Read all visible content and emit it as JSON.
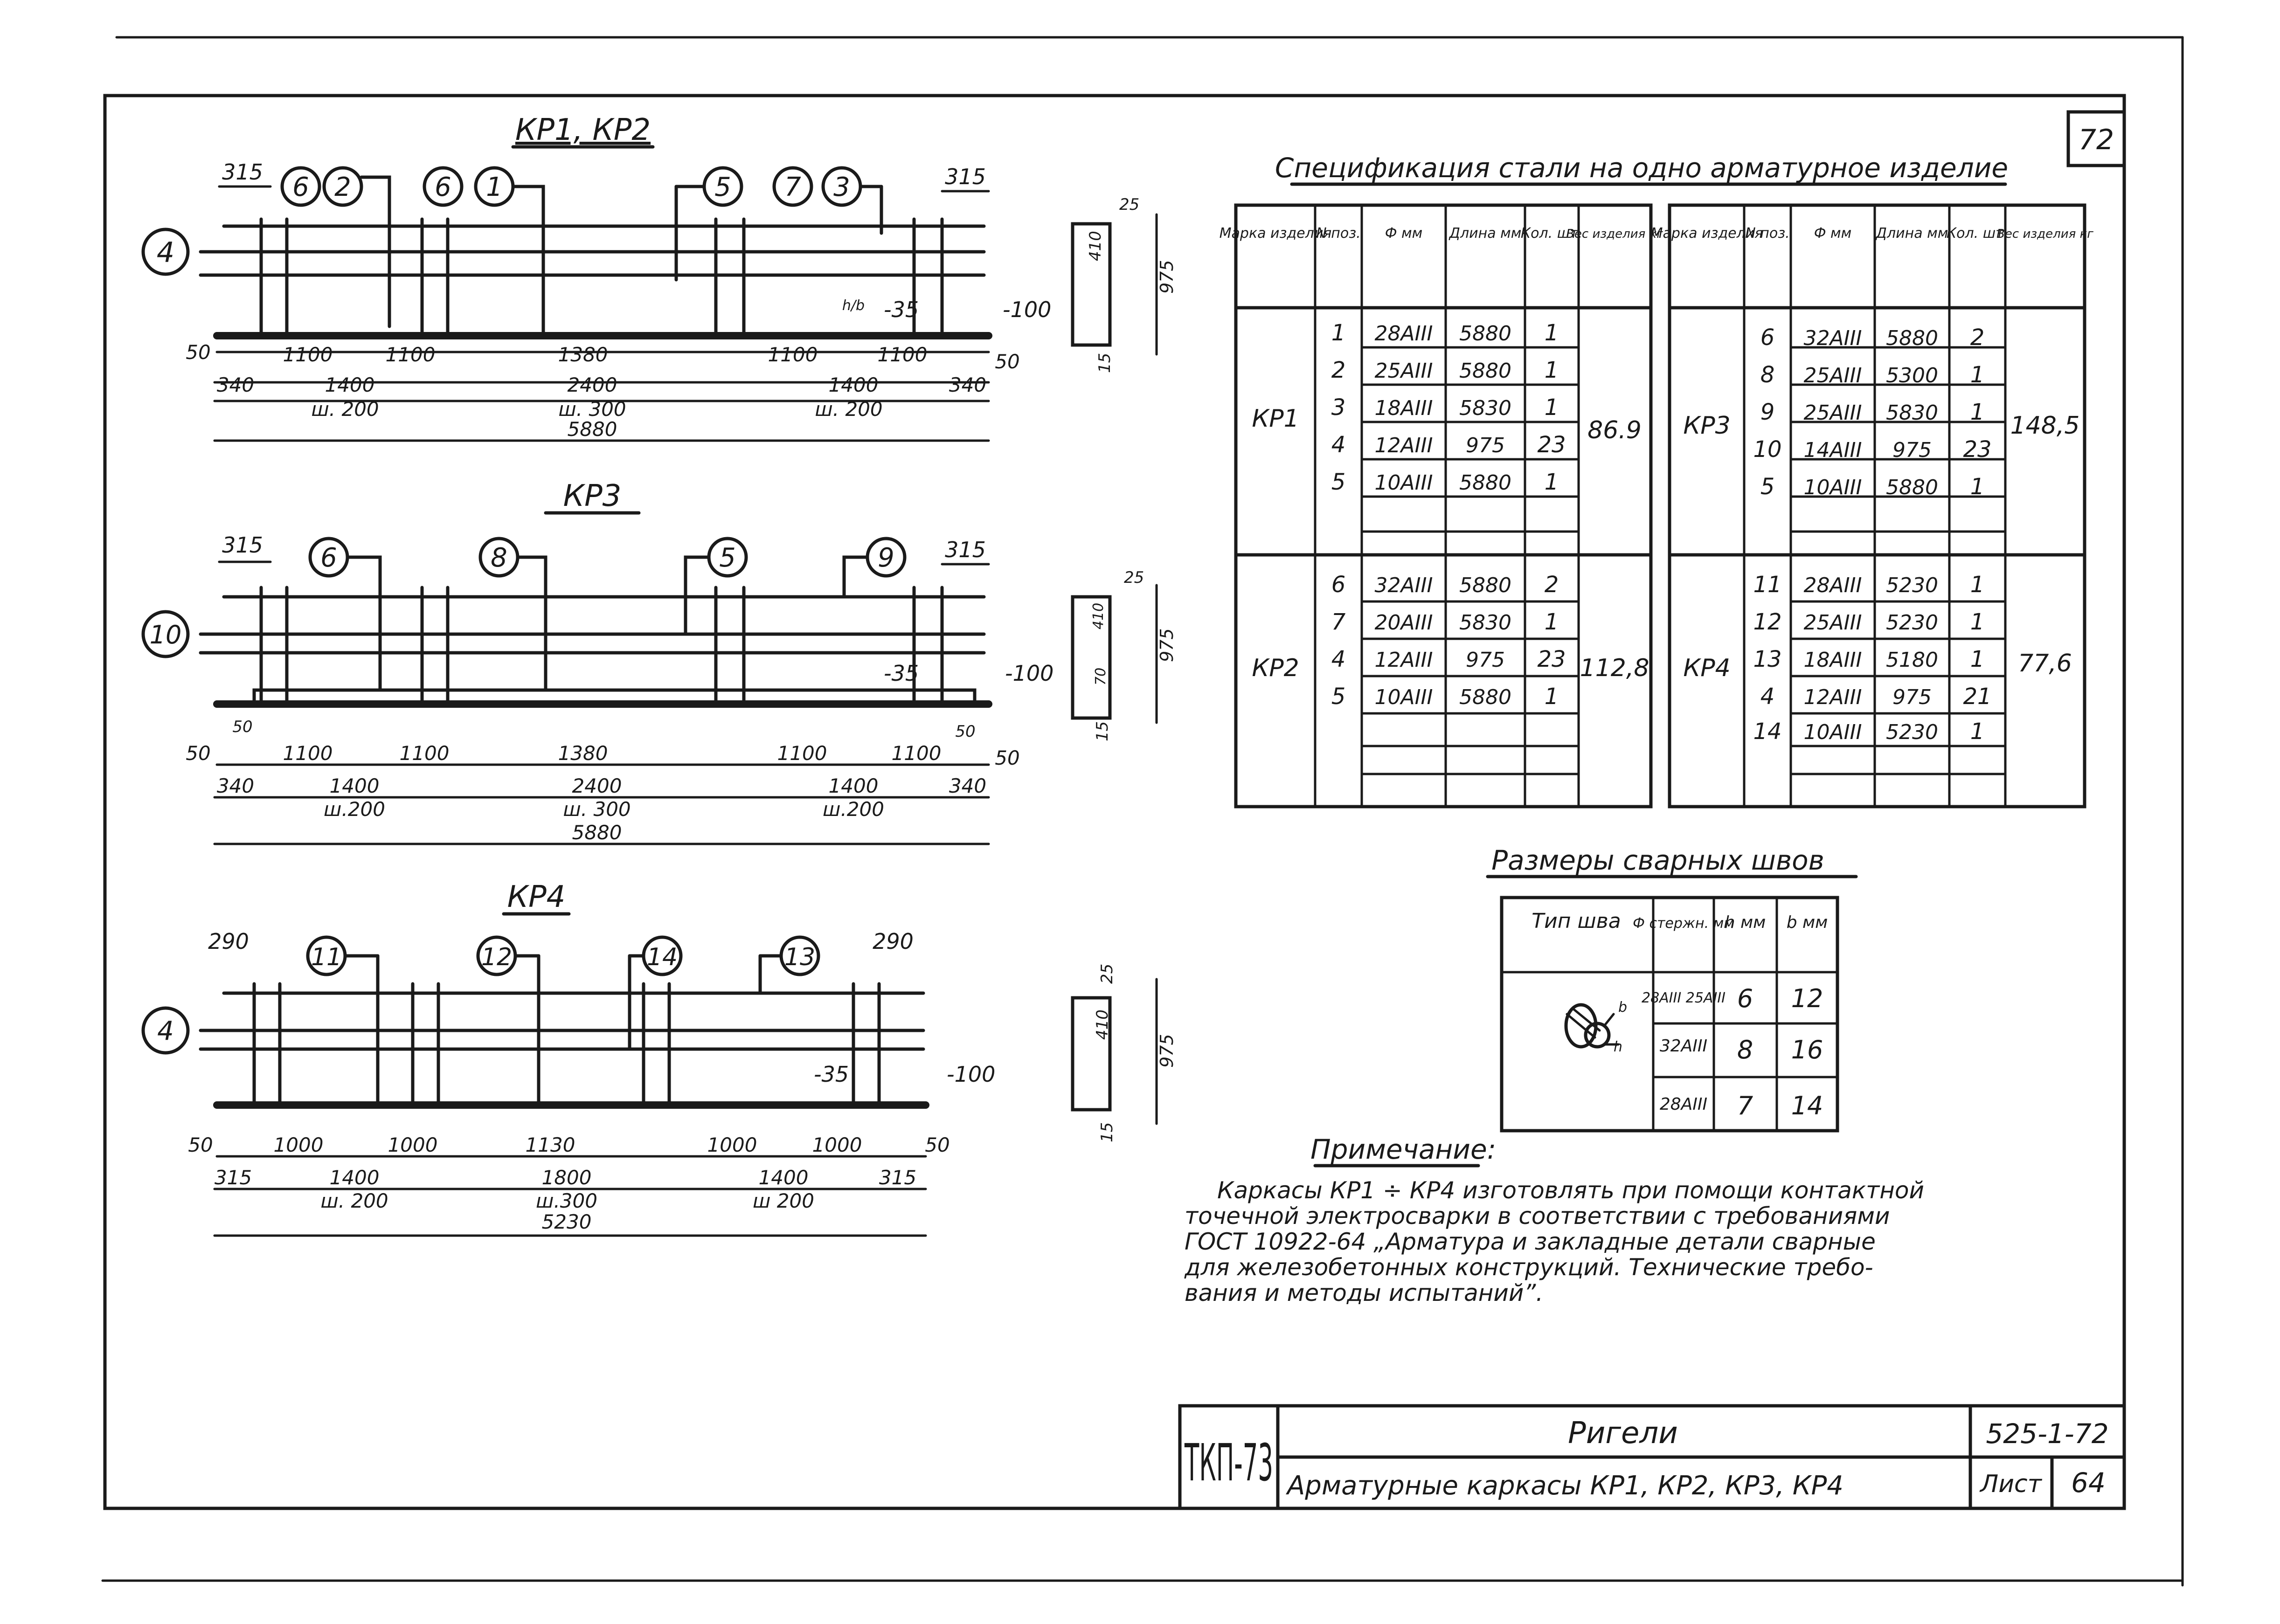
{
  "sheet_corner": "72",
  "drawings": {
    "kp12": {
      "title": "КР1, КР2",
      "callouts": [
        "6",
        "2",
        "6",
        "1",
        "5",
        "7",
        "3",
        "4"
      ],
      "end_offset": "315",
      "weld_note_1": "-35",
      "weld_note_2": "-100",
      "weld_frac": "h/b",
      "edge_dim": "50",
      "spacing": [
        "1100",
        "1100",
        "1380",
        "1100",
        "1100"
      ],
      "zones": [
        "340",
        "1400",
        "2400",
        "1400",
        "340"
      ],
      "zone_steps": [
        "ш. 200",
        "ш. 300",
        "ш. 200"
      ],
      "total": "5880",
      "section": [
        "25",
        "410",
        "975",
        "15"
      ]
    },
    "kp3": {
      "title": "КР3",
      "callouts": [
        "6",
        "8",
        "5",
        "9",
        "10"
      ],
      "end_offset": "315",
      "weld_note_1": "-35",
      "weld_note_2": "-100",
      "edge_dim": "50",
      "spacing": [
        "1100",
        "1100",
        "1380",
        "1100",
        "1100"
      ],
      "zones": [
        "340",
        "1400",
        "2400",
        "1400",
        "340"
      ],
      "zone_steps": [
        "ш.200",
        "ш. 300",
        "ш.200"
      ],
      "total": "5880",
      "section": [
        "25",
        "410",
        "70",
        "975",
        "15"
      ]
    },
    "kp4": {
      "title": "КР4",
      "callouts": [
        "11",
        "12",
        "14",
        "13",
        "4"
      ],
      "end_offset": "290",
      "weld_note_1": "-35",
      "weld_note_2": "-100",
      "edge_dim": "50",
      "spacing": [
        "1000",
        "1000",
        "1130",
        "1000",
        "1000"
      ],
      "zones": [
        "315",
        "1400",
        "1800",
        "1400",
        "315"
      ],
      "zone_steps": [
        "ш. 200",
        "ш.300",
        "ш 200"
      ],
      "total": "5230",
      "section": [
        "25",
        "410",
        "975",
        "15"
      ]
    }
  },
  "spec": {
    "title": "Спецификация стали на одно арматурное изделие",
    "headers": [
      "Марка изделия",
      "N поз.",
      "Ф мм",
      "Длина мм",
      "Кол. шт.",
      "Вес изделия кг"
    ],
    "left": [
      {
        "mark": "КР1",
        "weight": "86.9",
        "rows": [
          [
            "1",
            "28АIII",
            "5880",
            "1"
          ],
          [
            "2",
            "25АIII",
            "5880",
            "1"
          ],
          [
            "3",
            "18АIII",
            "5830",
            "1"
          ],
          [
            "4",
            "12АIII",
            "975",
            "23"
          ],
          [
            "5",
            "10АIII",
            "5880",
            "1"
          ]
        ]
      },
      {
        "mark": "КР2",
        "weight": "112,8",
        "rows": [
          [
            "6",
            "32АIII",
            "5880",
            "2"
          ],
          [
            "7",
            "20АIII",
            "5830",
            "1"
          ],
          [
            "4",
            "12АIII",
            "975",
            "23"
          ],
          [
            "5",
            "10АIII",
            "5880",
            "1"
          ]
        ]
      }
    ],
    "right": [
      {
        "mark": "КР3",
        "weight": "148,5",
        "rows": [
          [
            "6",
            "32АIII",
            "5880",
            "2"
          ],
          [
            "8",
            "25АIII",
            "5300",
            "1"
          ],
          [
            "9",
            "25АIII",
            "5830",
            "1"
          ],
          [
            "10",
            "14АIII",
            "975",
            "23"
          ],
          [
            "5",
            "10АIII",
            "5880",
            "1"
          ]
        ]
      },
      {
        "mark": "КР4",
        "weight": "77,6",
        "rows": [
          [
            "11",
            "28АIII",
            "5230",
            "1"
          ],
          [
            "12",
            "25АIII",
            "5230",
            "1"
          ],
          [
            "13",
            "18АIII",
            "5180",
            "1"
          ],
          [
            "4",
            "12АIII",
            "975",
            "21"
          ],
          [
            "14",
            "10АIII",
            "5230",
            "1"
          ]
        ]
      }
    ]
  },
  "welds": {
    "title": "Размеры сварных швов",
    "headers": [
      "Тип шва",
      "Ф стержн. мм",
      "h мм",
      "b мм"
    ],
    "rows": [
      [
        "28АIII 25АIII",
        "6",
        "12"
      ],
      [
        "32АIII",
        "8",
        "16"
      ],
      [
        "28АIII",
        "7",
        "14"
      ]
    ],
    "sketch_labels": [
      "b",
      "h"
    ]
  },
  "note": {
    "title": "Примечание:",
    "lines": [
      "Каркасы КР1 ÷ КР4 изготовлять при помощи контактной",
      "точечной электросварки в соответствии с требованиями",
      "ГОСТ 10922-64 „Арматура и закладные детали сварные",
      "для железобетонных конструкций. Технические требо-",
      "вания и методы испытаний”."
    ]
  },
  "stamp": {
    "series_logo": "ТКП-73",
    "name": "Ригели",
    "subtitle": "Арматурные каркасы КР1, КР2, КР3, КР4",
    "code": "525-1-72",
    "sheet_label": "Лист",
    "sheet_no": "64"
  }
}
